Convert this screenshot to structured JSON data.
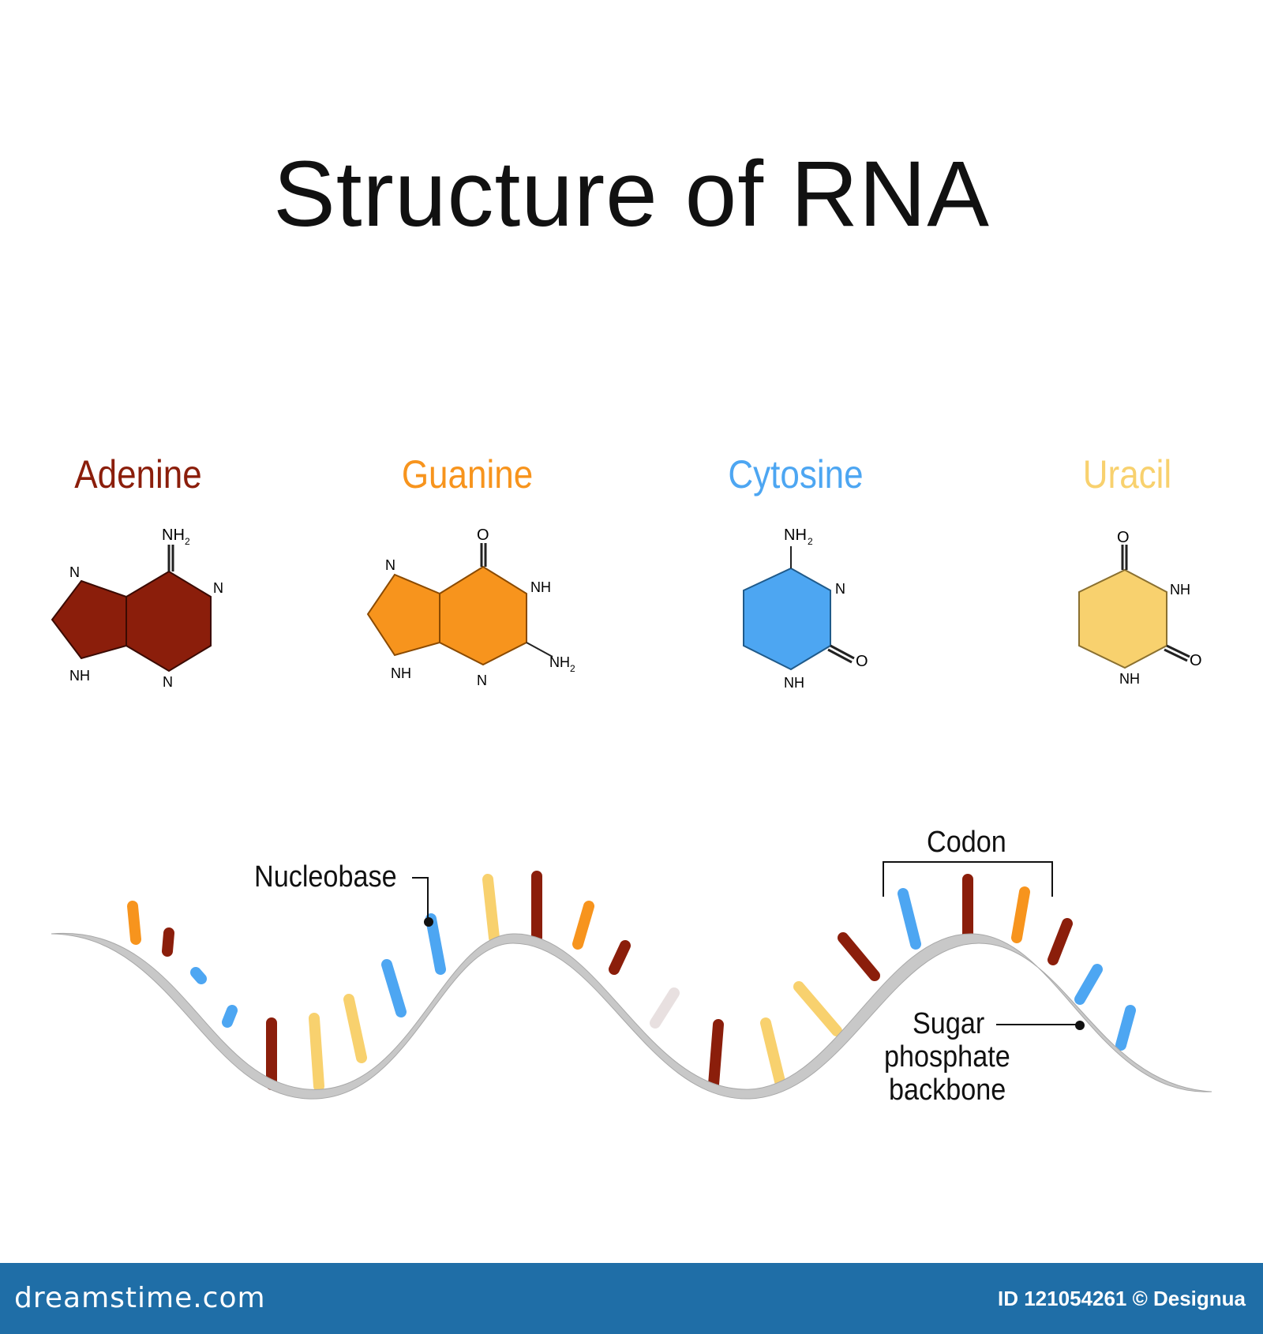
{
  "title": "Structure of RNA",
  "bases": [
    {
      "name": "Adenine",
      "color": "#8b1e0b"
    },
    {
      "name": "Guanine",
      "color": "#f7941d"
    },
    {
      "name": "Cytosine",
      "color": "#4da6f2"
    },
    {
      "name": "Uracil",
      "color": "#f8d16e"
    }
  ],
  "atoms": {
    "adenine": {
      "nh2": "NH",
      "n_tl": "N",
      "n_r": "N",
      "nh": "NH",
      "n_b": "N"
    },
    "guanine": {
      "o": "O",
      "n_tl": "N",
      "nh_r": "NH",
      "nh2": "NH",
      "nh": "NH",
      "n_b": "N"
    },
    "cytosine": {
      "nh2": "NH",
      "n_r": "N",
      "o": "O",
      "nh": "NH"
    },
    "uracil": {
      "o_top": "O",
      "nh_r": "NH",
      "o": "O",
      "nh": "NH"
    },
    "subscript": "2"
  },
  "labels": {
    "nucleobase": "Nucleobase",
    "codon": "Codon",
    "backbone_line1": "Sugar",
    "backbone_line2": "phosphate",
    "backbone_line3": "backbone"
  },
  "backbone_color": "#c8c8c8",
  "footer": {
    "site": "dreamstime.com",
    "credit": "ID 121054261 © Designua",
    "bar_color": "#1f6ea7"
  }
}
